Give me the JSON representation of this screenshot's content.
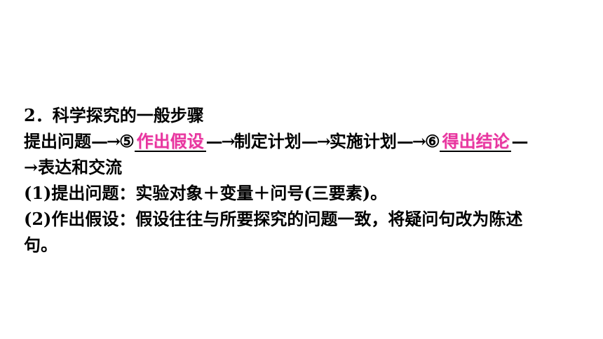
{
  "heading": "2．科学探究的一般步骤",
  "steps": {
    "s1": "提出问题",
    "arrow": "—→",
    "num5": "⑤",
    "blank5": "作出假设",
    "s3": "制定计划",
    "s4": "实施计划",
    "num6": "⑥",
    "blank6": "得出结论",
    "trail_dash": "—",
    "lead_arrow": "→",
    "s6": "表达和交流"
  },
  "items": [
    {
      "text": "(1)提出问题：实验对象＋变量＋问号(三要素)。"
    },
    {
      "text": "(2)作出假设：假设往往与所要探究的问题一致，将疑问句改为陈述"
    }
  ],
  "item2_cont": "句。",
  "colors": {
    "answer_text": "#e8359f",
    "body_text": "#000000"
  }
}
